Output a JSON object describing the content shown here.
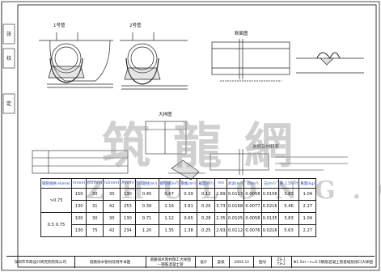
{
  "side_labels": [
    "张",
    "校",
    "定"
  ],
  "watermark": {
    "cn": "筑龍網",
    "en": "ZHULONG.COM"
  },
  "drawing_labels": {
    "pipe1": "1号管",
    "pipe2": "2号管",
    "section_right": "断面图",
    "detail": "大样图",
    "note": "说明及材料表"
  },
  "table": {
    "headers": [
      "钢管规格 H(mm)",
      "h(mm)",
      "h1(mm)",
      "h2(mm)",
      "A(mm)",
      "1/4圆柱(m²)",
      "钢绞线(m²)",
      "钢板(m²)",
      "截面(m²)",
      "(m)",
      "水泥(m³)",
      "砂(m³)",
      "石(m³)",
      "重 2.5m³/t",
      "重量(kg)"
    ],
    "group_labels": [
      ">0.75",
      "0.5  0.75"
    ],
    "rows": [
      [
        "150",
        "30",
        "30",
        "130",
        "0.45",
        "0.67",
        "0.39",
        "0.12",
        "2.89",
        "0.0113",
        "0.0058",
        "0.0156",
        "3.83",
        "1.04"
      ],
      [
        "130",
        "31",
        "42",
        "253",
        "0.39",
        "1.16",
        "3.81",
        "0.20",
        "3.73",
        "0.0168",
        "0.0077",
        "0.0216",
        "5.46",
        "2.27"
      ],
      [
        "100",
        "30",
        "30",
        "130",
        "0.71",
        "1.12",
        "0.65",
        "0.28",
        "2.35",
        "0.0105",
        "0.0058",
        "0.0135",
        "3.83",
        "1.04"
      ],
      [
        "130",
        "75",
        "42",
        "234",
        "1.20",
        "1.35",
        "1.38",
        "0.25",
        "2.93",
        "0.0112",
        "0.0076",
        "0.0216",
        "5.63",
        "2.27"
      ]
    ]
  },
  "title_block": {
    "company": "深圳市市政设计研究院有限公司",
    "project": "道路排水管材及附件详图",
    "drawing_title": "道路排水管材施工大样图",
    "drawing_title_sub": "—钢筋混凝土管",
    "designer_label": "设计",
    "checker_label": "复核",
    "date": "2004.11",
    "sheet_label": "图号",
    "sheet_no": "ZS-1",
    "sheet_sub": "YS-2",
    "remark": "Φ1.5m—n=0.5钢筋混凝土管基础及接口大样图"
  }
}
